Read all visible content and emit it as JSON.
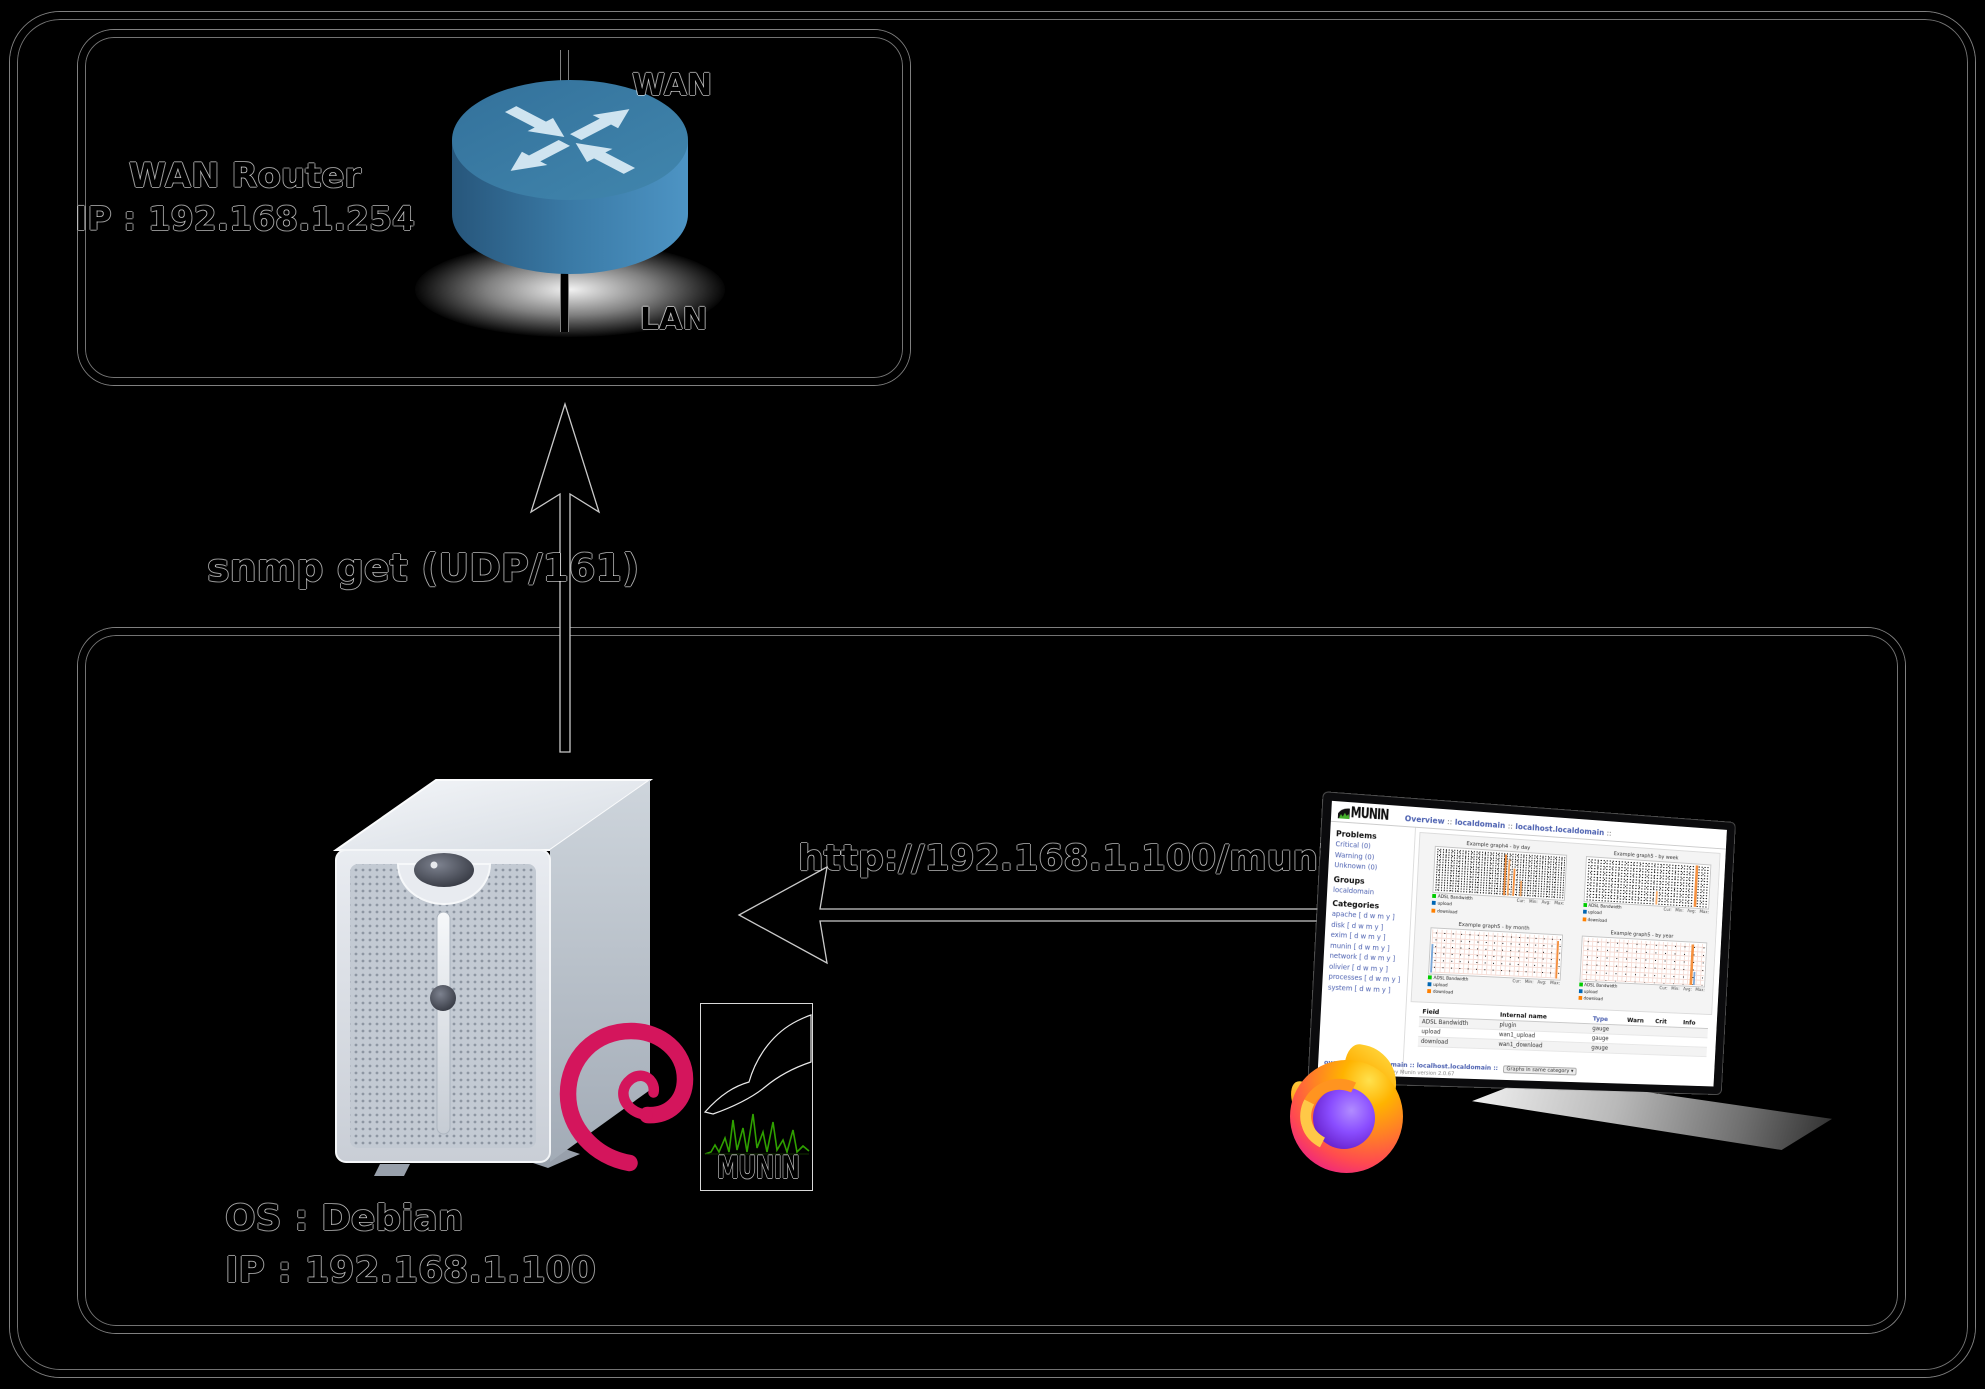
{
  "diagram": {
    "wan_router_box": {
      "title": "WAN Router",
      "ip": "IP : 192.168.1.254",
      "wan_port": "WAN",
      "lan_port": "LAN"
    },
    "snmp_link_label": "snmp get (UDP/161)",
    "http_link_label": "http://192.168.1.100/munin",
    "server": {
      "os": "OS : Debian",
      "ip": "IP : 192.168.1.100"
    },
    "munin_badge_text": "MUNIN"
  },
  "monitor_page": {
    "logo_text": "MUNIN",
    "breadcrumb": {
      "items": [
        "Overview",
        "localdomain",
        "localhost.localdomain"
      ],
      "separator": "::"
    },
    "sidebar": {
      "problems_heading": "Problems",
      "problems": [
        "Critical (0)",
        "Warning (0)",
        "Unknown (0)"
      ],
      "groups_heading": "Groups",
      "groups": [
        "localdomain"
      ],
      "categories_heading": "Categories",
      "categories": [
        "apache",
        "disk",
        "exim",
        "munin",
        "network",
        "olivier",
        "processes",
        "system"
      ],
      "category_links_suffix": "[ d w m y ]"
    },
    "graphs": [
      {
        "title": "Example graph4 - by day"
      },
      {
        "title": "Example graph5 - by week"
      },
      {
        "title": "Example graph5 - by month"
      },
      {
        "title": "Example graph5 - by year"
      }
    ],
    "legend_series": [
      "ADSL Bandwidth",
      "upload",
      "download"
    ],
    "legend_stats": "Cur:   Min:   Avg:   Max:",
    "table": {
      "headers": [
        "Field",
        "Internal name",
        "Type",
        "Warn",
        "Crit",
        "Info"
      ],
      "rows": [
        [
          "ADSL Bandwidth",
          "plugin",
          "gauge",
          "",
          "",
          ""
        ],
        [
          "upload",
          "wan1_upload",
          "gauge",
          "",
          "",
          ""
        ],
        [
          "download",
          "wan1_download",
          "gauge",
          "",
          "",
          ""
        ]
      ]
    },
    "footer": {
      "breadcrumb": "overview :: localdomain :: localhost.localdomain ::",
      "button": "Graphs in same category ▾",
      "generated": "This page was generated by Munin version 2.0.67"
    }
  },
  "colors": {
    "debian_swirl": "#d4155c",
    "munin_green": "#2fa000",
    "router_blue": "#3b7da7",
    "link_blue": "#4a5fb0",
    "graph_spike_orange": "#f59140",
    "legend_green": "#00cc00",
    "legend_blue": "#0066b3",
    "legend_orange": "#ff8000"
  }
}
